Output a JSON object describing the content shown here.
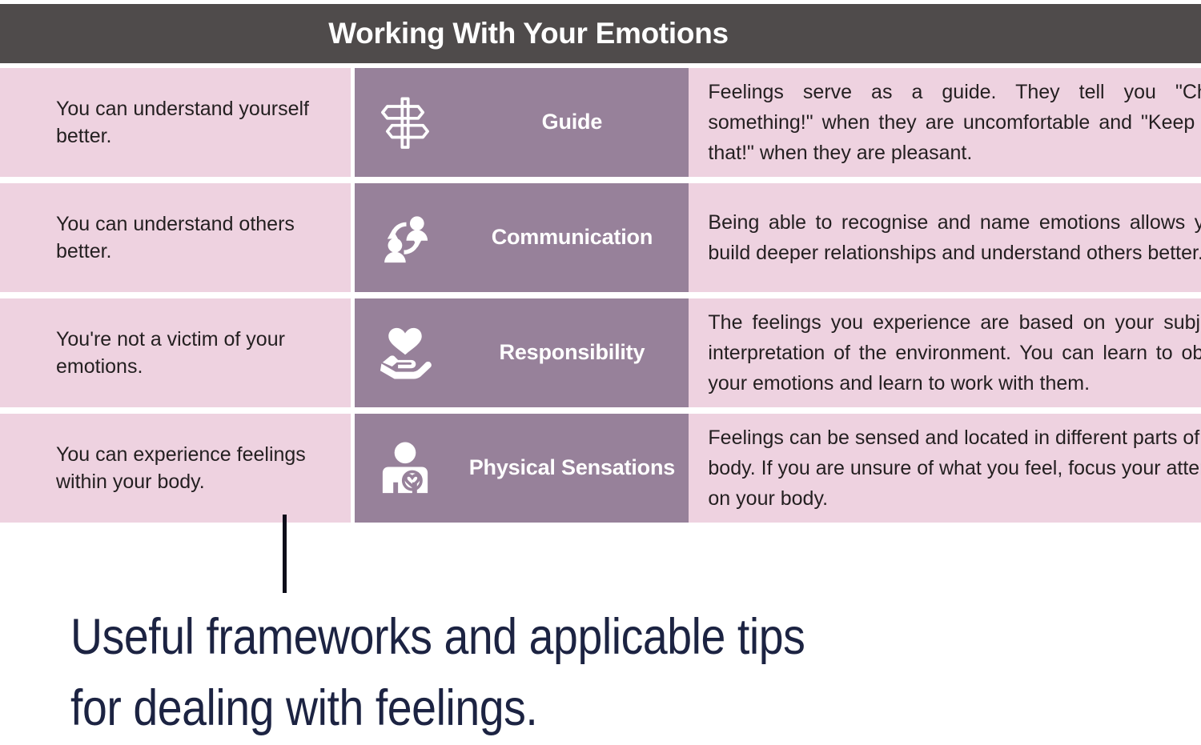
{
  "header": {
    "title": "Working With Your Emotions",
    "background_color": "#4f4b4b",
    "text_color": "#ffffff"
  },
  "colors": {
    "pink_cell": "#eed2e0",
    "purple_cell": "#97819a",
    "header_dark": "#4f4b4b",
    "caption_navy": "#1c2342",
    "body_text": "#231f20",
    "connector_line": "#0d0d1a"
  },
  "table": {
    "rows": [
      {
        "benefit": "You can understand yourself better.",
        "icon": "signpost-icon",
        "label": "Guide",
        "description": "Feelings serve as a guide. They tell you \"Change something!\" when they are uncomfortable and \"Keep it like that!\" when they are pleasant."
      },
      {
        "benefit": "You can understand others better.",
        "icon": "people-exchange-icon",
        "label": "Communication",
        "description": "Being able to recognise and name emotions allows you to build deeper relationships and understand others better."
      },
      {
        "benefit": "You're not a victim of your emotions.",
        "icon": "hand-holding-heart-icon",
        "label": "Responsibility",
        "description": "The feelings you experience are based on your subjective interpretation of the environment. You can learn to observe your emotions and learn to work with them."
      },
      {
        "benefit": "You can experience feelings within your body.",
        "icon": "body-heart-icon",
        "label": "Physical Sensations",
        "description": "Feelings can be sensed and located in different parts of your body. If you are unsure of what you feel, focus your attention on your body."
      }
    ]
  },
  "caption": {
    "line1": "Useful frameworks and applicable tips",
    "line2": "for dealing with feelings."
  }
}
